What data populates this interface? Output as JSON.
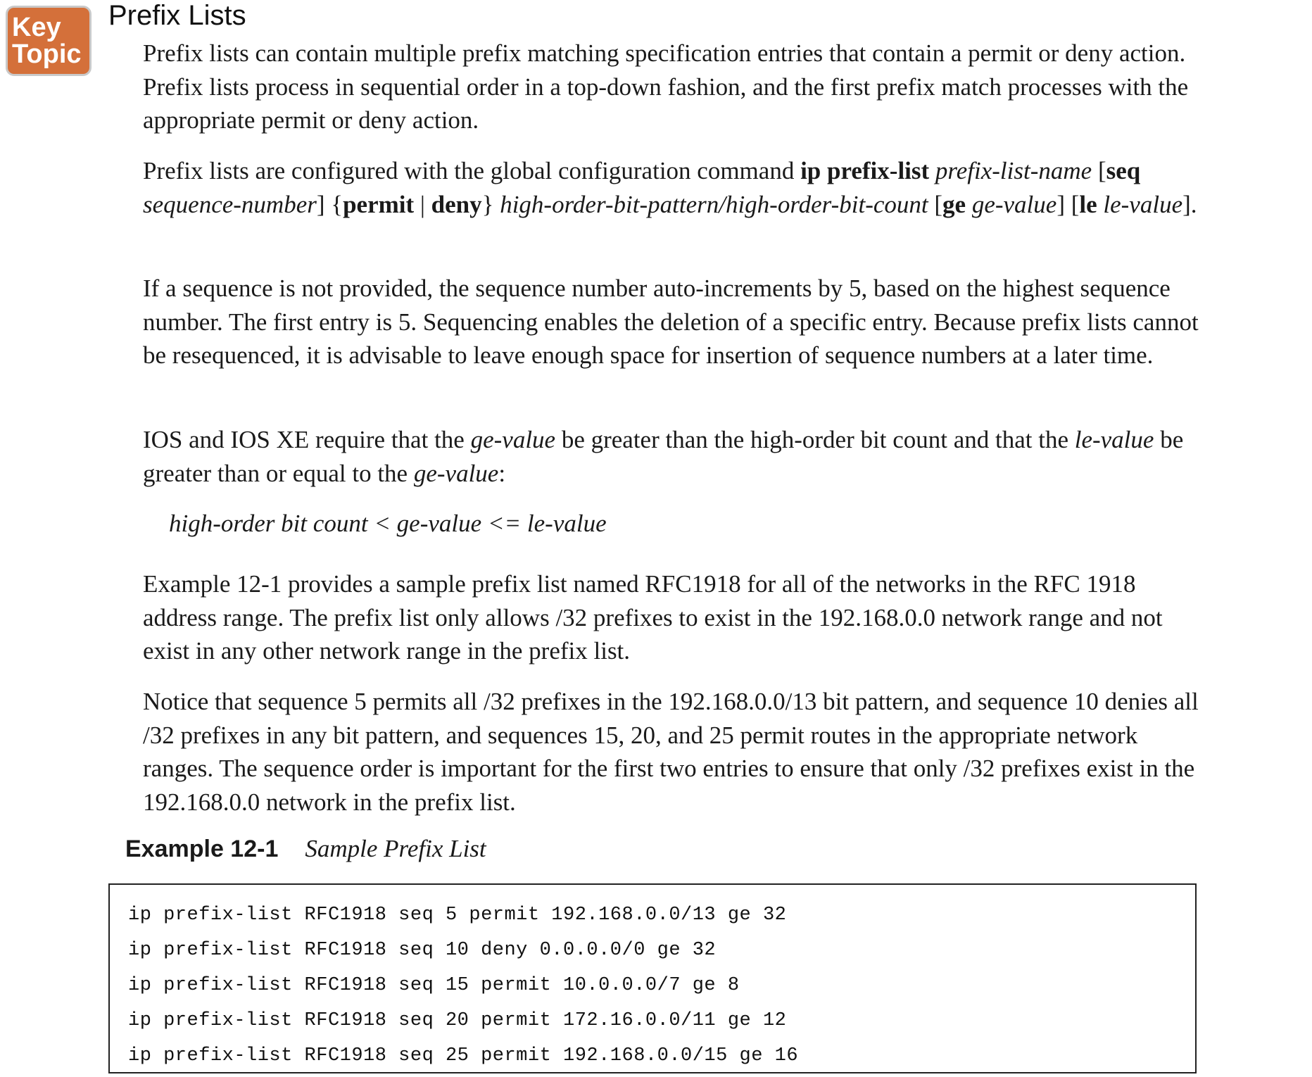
{
  "key_topic": {
    "line1": "Key",
    "line2": "Topic"
  },
  "section_heading": "Prefix Lists",
  "paragraphs": {
    "p1": "Prefix lists can contain multiple prefix matching specification entries that contain a permit or deny action. Prefix lists process in sequential order in a top-down fashion, and the first prefix match processes with the appropriate permit or deny action.",
    "p2": {
      "t1": "Prefix lists are configured with the global configuration command ",
      "b1": "ip prefix-list",
      "t2": " ",
      "i1": "prefix-list-name",
      "t3": " [",
      "b2": "seq",
      "t4": " ",
      "i2": "sequence-number",
      "t5": "] {",
      "b3": "permit",
      "t6": " | ",
      "b4": "deny",
      "t7": "} ",
      "i3": "high-order-bit-pattern/high-order-bit-count",
      "t8": " [",
      "b5": "ge",
      "t9": " ",
      "i4": "ge-value",
      "t10": "] [",
      "b6": "le",
      "t11": " ",
      "i5": "le-value",
      "t12": "]."
    },
    "p3": "If a sequence is not provided, the sequence number auto-increments by 5, based on the highest sequence number. The first entry is 5. Sequencing enables the deletion of a specific entry. Because prefix lists cannot be resequenced, it is advisable to leave enough space for insertion of sequence numbers at a later time.",
    "p4": {
      "t1": "IOS and IOS XE require that the ",
      "i1": "ge-value",
      "t2": " be greater than the high-order bit count and that the ",
      "i2": "le-value",
      "t3": " be greater than or equal to the ",
      "i3": "ge-value",
      "t4": ":"
    },
    "formula": "high-order bit count < ge-value <= le-value",
    "p5": "Example 12-1 provides a sample prefix list named RFC1918 for all of the networks in the RFC 1918 address range. The prefix list only allows /32 prefixes to exist in the 192.168.0.0 network range and not exist in any other network range in the prefix list.",
    "p6": "Notice that sequence 5 permits all /32 prefixes in the 192.168.0.0/13 bit pattern, and sequence 10 denies all /32 prefixes in any bit pattern, and sequences 15, 20, and 25 permit routes in the appropriate network ranges. The sequence order is important for the first two entries to ensure that only /32 prefixes exist in the 192.168.0.0 network in the prefix list."
  },
  "example": {
    "label": "Example 12-1",
    "title": "Sample Prefix List",
    "code_lines": [
      "ip prefix-list RFC1918 seq 5 permit 192.168.0.0/13 ge 32",
      "ip prefix-list RFC1918 seq 10 deny 0.0.0.0/0 ge 32",
      "ip prefix-list RFC1918 seq 15 permit 10.0.0.0/7 ge 8",
      "ip prefix-list RFC1918 seq 20 permit 172.16.0.0/11 ge 12",
      "ip prefix-list RFC1918 seq 25 permit 192.168.0.0/15 ge 16"
    ]
  },
  "colors": {
    "key_topic_bg": "#d4703a",
    "text": "#1a1a1a"
  }
}
